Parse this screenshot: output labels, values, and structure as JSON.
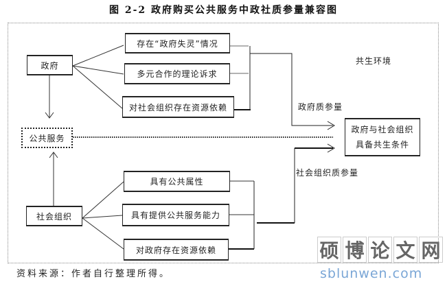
{
  "figure": {
    "title": "图 2-2  政府购买公共服务中政社质参量兼容图",
    "environment_label": "共生环境",
    "government": {
      "label": "政府",
      "factors": [
        "存在“政府失灵”情况",
        "多元合作的理论诉求",
        "对社会组织存在资源依赖"
      ],
      "parameter_label": "政府质参量"
    },
    "public_service": {
      "label": "公共服务"
    },
    "social_org": {
      "label": "社会组织",
      "factors": [
        "具有公共属性",
        "具有提供公共服务能力",
        "对政府存在资源依赖"
      ],
      "parameter_label": "社会组织质参量"
    },
    "result": {
      "line1": "政府与社会组织",
      "line2": "具备共生条件"
    },
    "source_note": "资料来源：作者自行整理所得。"
  },
  "watermark": {
    "chars": [
      "硕",
      "博",
      "论",
      "文",
      "网"
    ],
    "url": "sblunwen.com"
  }
}
